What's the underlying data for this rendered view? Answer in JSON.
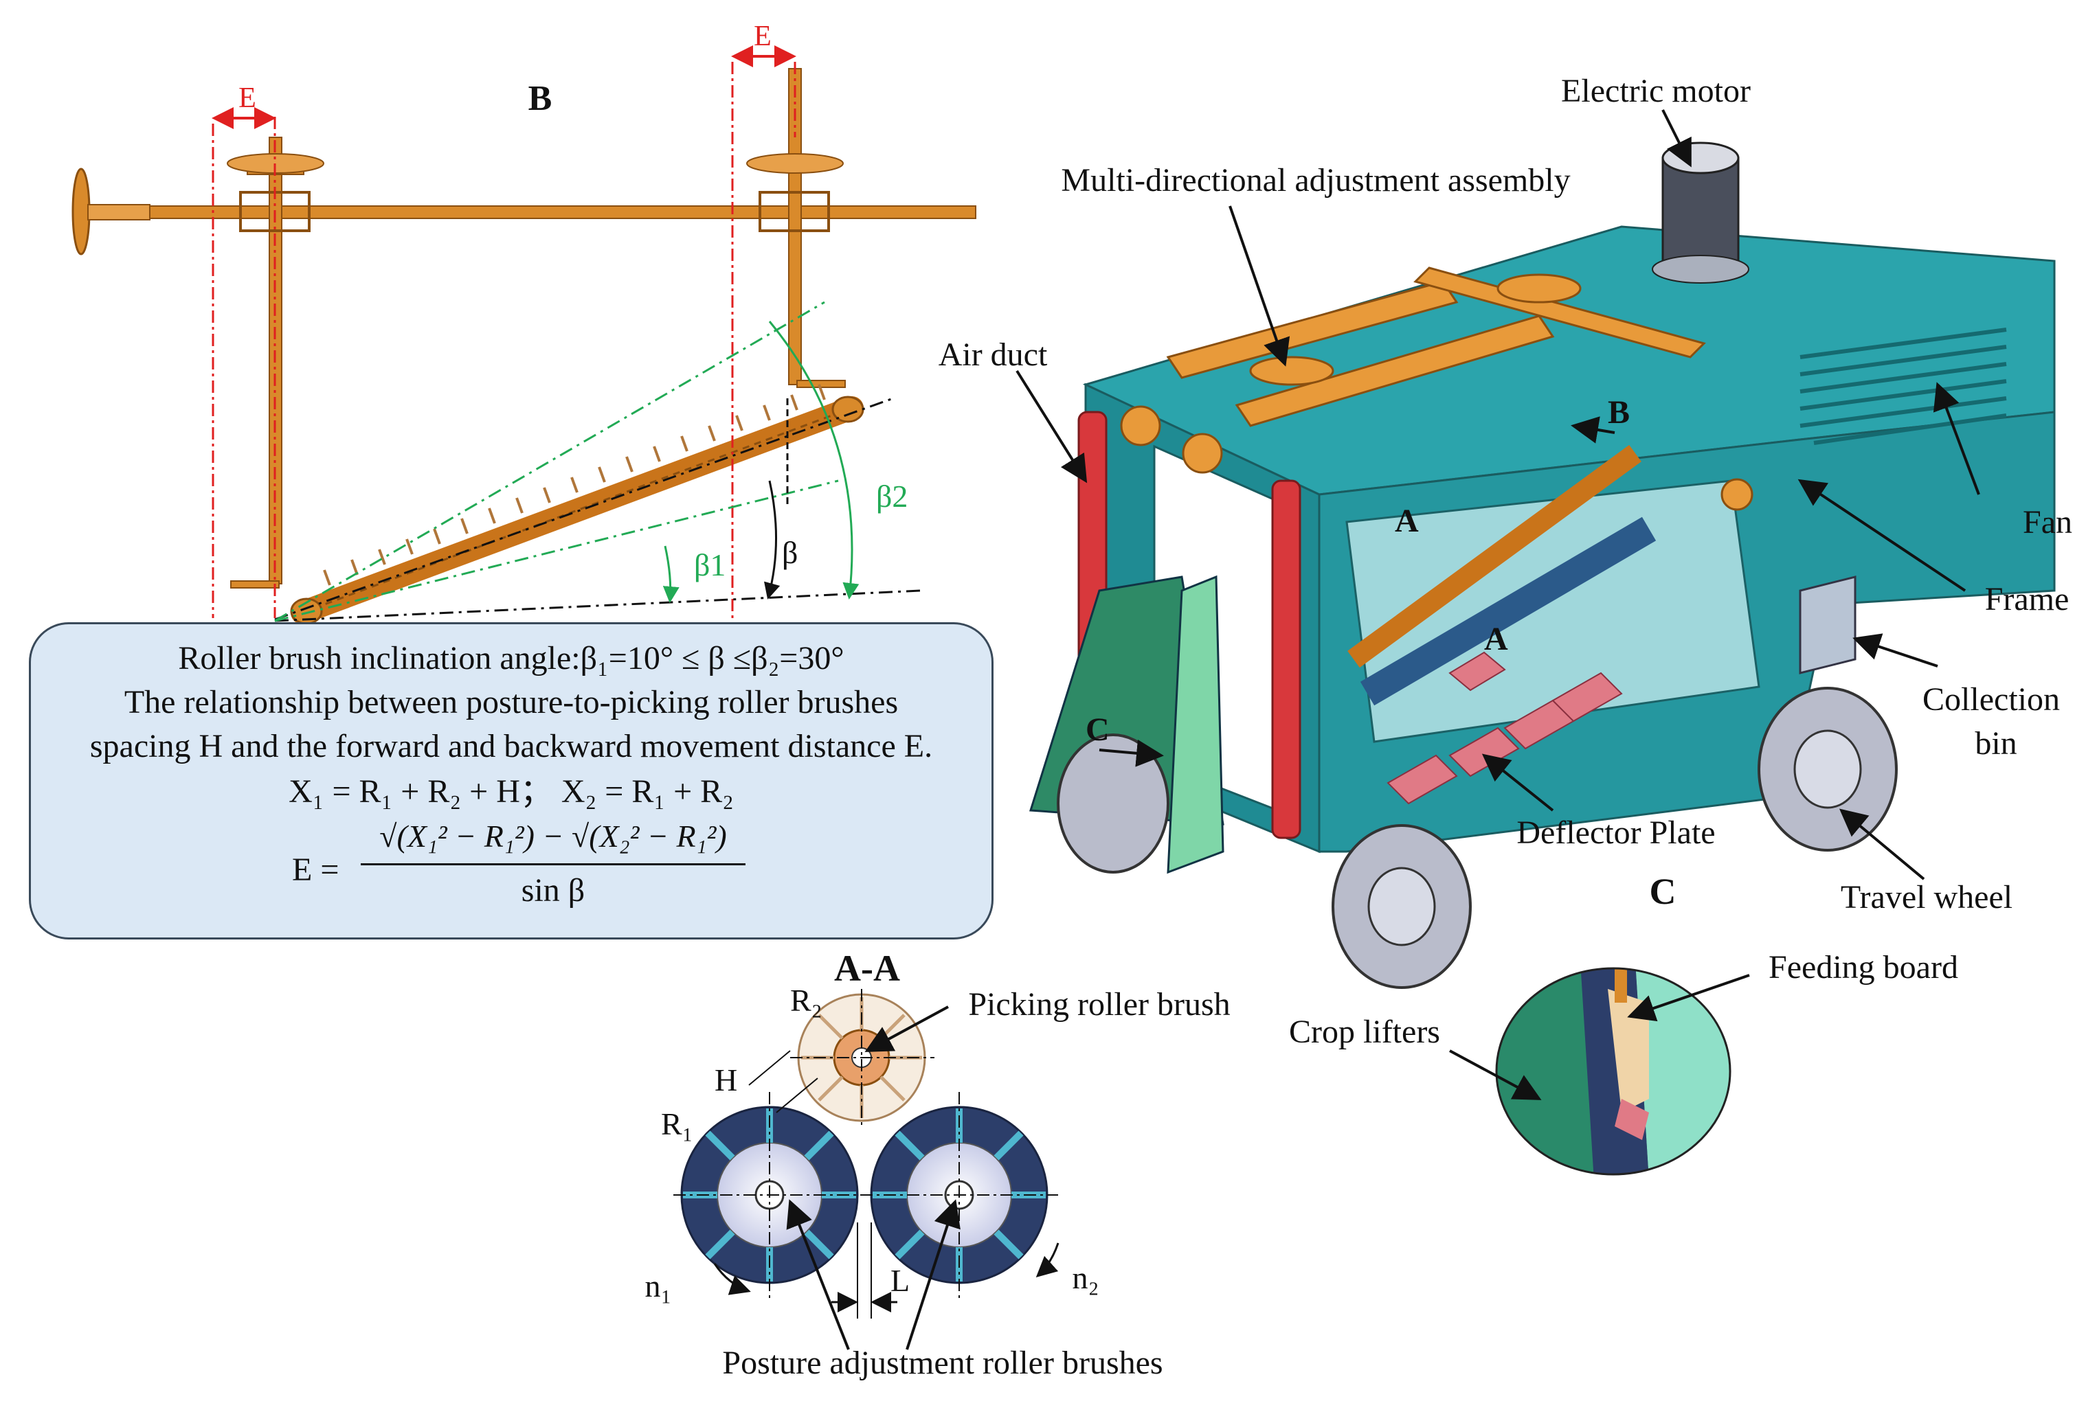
{
  "panel_b": {
    "title": "B",
    "dim_left": "E",
    "dim_right": "E",
    "angle_beta1": "β1",
    "angle_beta2": "β2",
    "angle_beta": "β"
  },
  "formula": {
    "line1": "Roller brush inclination angle:β₁=10° ≤ β ≤β₂=30°",
    "line2": "The relationship between posture-to-picking roller brushes",
    "line3": "spacing H and the forward and backward movement distance E.",
    "line4": "X₁ = R₁ + R₂ + H；  X₂ = R₁ + R₂",
    "line5_lhs": "E =",
    "line5_num": "√(X₁² − R₁²) − √(X₂² − R₁²)",
    "line5_den": "sin β"
  },
  "machine": {
    "electric_motor": "Electric motor",
    "adjust_assembly": "Multi-directional adjustment assembly",
    "air_duct": "Air duct",
    "fan": "Fan",
    "frame": "Frame",
    "collection_bin_1": "Collection",
    "collection_bin_2": "bin",
    "deflector_plate": "Deflector Plate",
    "travel_wheel": "Travel wheel",
    "marker_a1": "A",
    "marker_a2": "A",
    "marker_b": "B",
    "marker_c": "C"
  },
  "section_aa": {
    "title": "A-A",
    "r2": "R₂",
    "r1": "R₁",
    "h": "H",
    "picking_brush": "Picking roller brush",
    "n1": "n₁",
    "n2": "n₂",
    "l": "L",
    "posture_brushes": "Posture adjustment roller brushes"
  },
  "detail_c": {
    "title": "C",
    "feeding_board": "Feeding board",
    "crop_lifters": "Crop lifters"
  },
  "colors": {
    "orange": "#d98a2b",
    "teal": "#2aa0a8",
    "red_dim": "#e02020",
    "green_dim": "#22aa55",
    "box_fill": "#dbe8f5"
  }
}
